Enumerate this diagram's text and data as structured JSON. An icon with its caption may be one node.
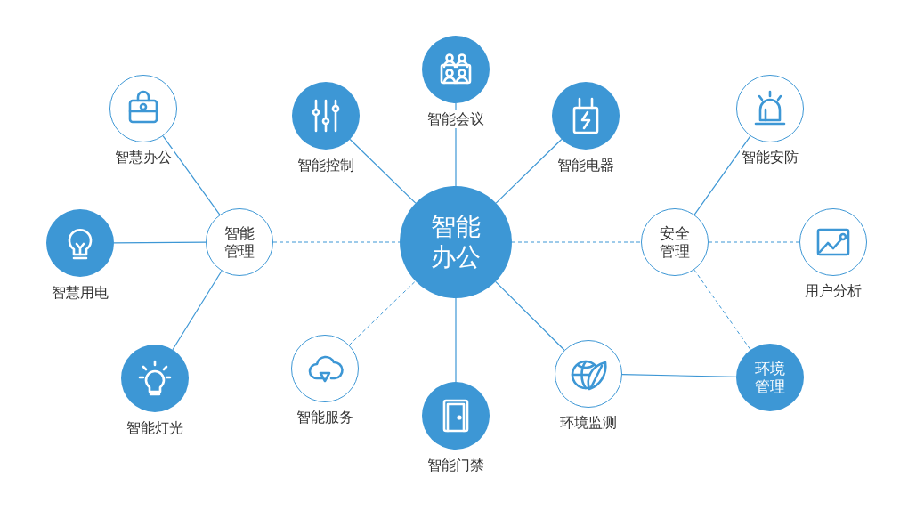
{
  "diagram": {
    "nodes": [
      {
        "text": [
          "智能办公"
        ]
      },
      {
        "text": [
          "智能管理"
        ]
      },
      {
        "text": [
          "安全管理"
        ]
      },
      {
        "text": [
          "环境管理"
        ]
      },
      {
        "text": [
          "智慧办公"
        ]
      },
      {
        "text": [
          "智能控制"
        ]
      },
      {
        "text": [
          "智能会议"
        ]
      },
      {
        "text": [
          "智能电器"
        ]
      },
      {
        "text": [
          "智能安防"
        ]
      },
      {
        "text": [
          "智慧用电"
        ]
      },
      {
        "text": [
          "用户分析"
        ]
      },
      {
        "text": [
          "智能灯光"
        ]
      },
      {
        "text": [
          "智能服务"
        ]
      },
      {
        "text": [
          "智能门禁"
        ]
      },
      {
        "text": [
          "环境监测"
        ]
      }
    ],
    "edges": [
      {
        "from": 4,
        "to": 1,
        "arrow": "none"
      },
      {
        "from": 9,
        "to": 1,
        "arrow": "none"
      },
      {
        "from": 11,
        "to": 1,
        "arrow": "none"
      },
      {
        "from": 1,
        "to": 0,
        "arrow": "none",
        "style": "dashed"
      },
      {
        "from": 5,
        "to": 0,
        "arrow": "none"
      },
      {
        "from": 6,
        "to": 0,
        "arrow": "none"
      },
      {
        "from": 7,
        "to": 0,
        "arrow": "none"
      },
      {
        "from": 12,
        "to": 0,
        "arrow": "none",
        "style": "dashed"
      },
      {
        "from": 13,
        "to": 0,
        "arrow": "none"
      },
      {
        "from": 14,
        "to": 0,
        "arrow": "none"
      },
      {
        "from": 0,
        "to": 2,
        "arrow": "none",
        "style": "dashed"
      },
      {
        "from": 2,
        "to": 8,
        "arrow": "none"
      },
      {
        "from": 2,
        "to": 10,
        "arrow": "none",
        "style": "dashed"
      },
      {
        "from": 2,
        "to": 3,
        "arrow": "none",
        "style": "dashed"
      },
      {
        "from": 14,
        "to": 3,
        "arrow": "none"
      }
    ]
  }
}
